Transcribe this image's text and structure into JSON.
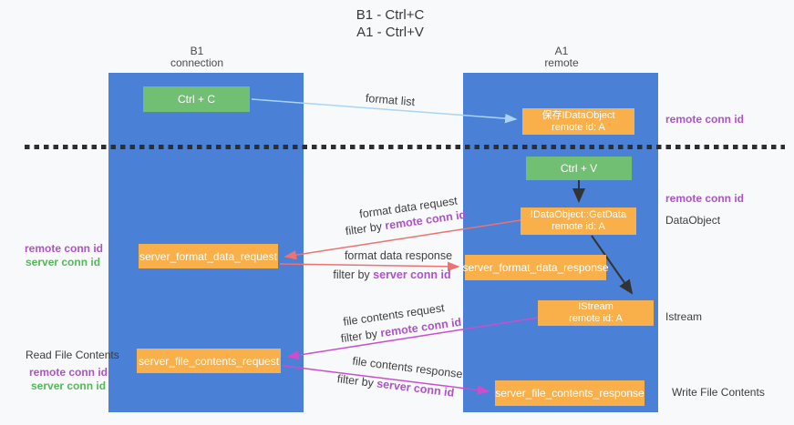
{
  "title": {
    "line1": "B1 - Ctrl+C",
    "line2": "A1 - Ctrl+V"
  },
  "lifelines": {
    "left": {
      "name": "B1",
      "role": "connection"
    },
    "right": {
      "name": "A1",
      "role": "remote"
    }
  },
  "boxes": {
    "ctrl_c": {
      "label": "Ctrl + C"
    },
    "ctrl_v": {
      "label": "Ctrl + V"
    },
    "save_dataobject": {
      "line1": "保存IDataObject",
      "line2": "remote id: A"
    },
    "getdata": {
      "line1": "IDataObject::GetData",
      "line2": "remote id: A"
    },
    "istream": {
      "line1": "IStream",
      "line2": "remote id: A"
    },
    "format_request": {
      "label": "server_format_data_request"
    },
    "format_response": {
      "label": "server_format_data_response"
    },
    "file_request": {
      "label": "server_file_contents_request"
    },
    "file_response": {
      "label": "server_file_contents_response"
    }
  },
  "arrow_labels": {
    "format_list": "format list",
    "format_data_request": "format data request",
    "format_data_response": "format data response",
    "file_contents_request": "file contents request",
    "file_contents_response": "file contents response",
    "filter_by": "filter by",
    "remote_conn_id": "remote conn id",
    "server_conn_id": "server conn id"
  },
  "side_labels": {
    "remote_conn_id": "remote conn id",
    "server_conn_id": "server conn id",
    "dataobject": "DataObject",
    "istream": "Istream",
    "read_file_contents": "Read File Contents",
    "write_file_contents": "Write File Contents"
  },
  "colors": {
    "lifeline_blue": "#4a80d6",
    "action_green": "#71bf72",
    "message_orange": "#f9b04a",
    "arrow_light_blue": "#aad4f5",
    "arrow_salmon": "#ee7272",
    "arrow_magenta": "#cb4ecb",
    "arrow_black": "#333333",
    "remote_conn_id_purple": "#ad53c8",
    "server_conn_id_green": "#57b75c",
    "divider_dark": "#2e2e2e",
    "background": "#f8f9fa"
  }
}
